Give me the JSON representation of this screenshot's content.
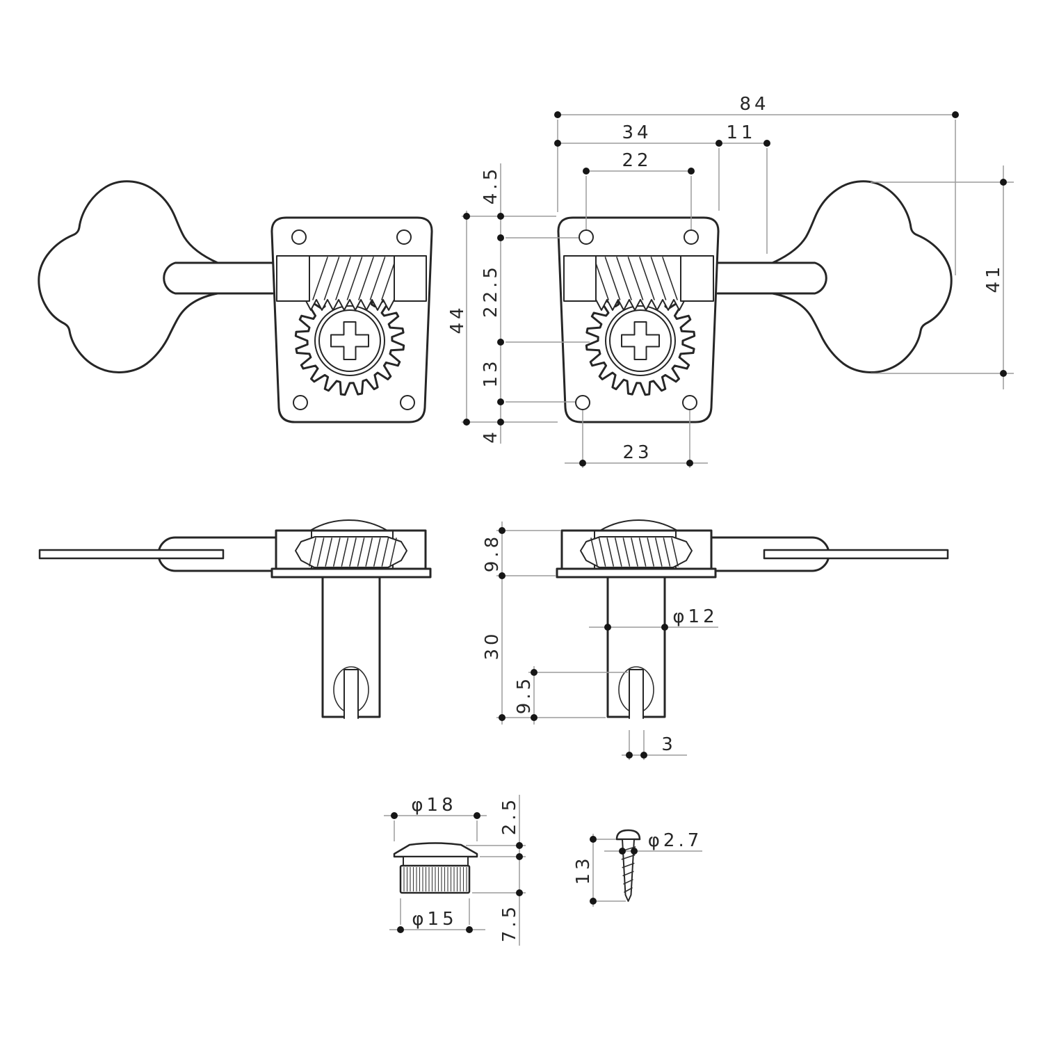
{
  "page": {
    "background": "#ffffff",
    "colors": {
      "outline": "#262626",
      "dimension_line": "#9c9c9c",
      "dimension_dot": "#161616",
      "label_text": "#272727"
    }
  },
  "dimensions": {
    "front_view": {
      "overall_width": "84",
      "plate_width": "34",
      "plate_to_button_gap": "11",
      "upper_hole_spacing": "22",
      "plate_top_to_upper_hole": "4.5",
      "upper_hole_to_gear_center": "22.5",
      "gear_center_to_lower_hole": "13",
      "lower_hole_to_plate_bottom": "4",
      "plate_height": "44",
      "lower_hole_spacing": "23",
      "button_height": "41"
    },
    "side_view": {
      "housing_height": "9.8",
      "post_length": "30",
      "post_diameter": "φ12",
      "string_slot_depth": "9.5",
      "string_slot_width": "3"
    },
    "bushing": {
      "flange_diameter": "φ18",
      "flange_height": "2.5",
      "body_diameter": "φ15",
      "body_height": "7.5"
    },
    "screw": {
      "thread_diameter": "φ2.7",
      "thread_length": "13"
    }
  }
}
